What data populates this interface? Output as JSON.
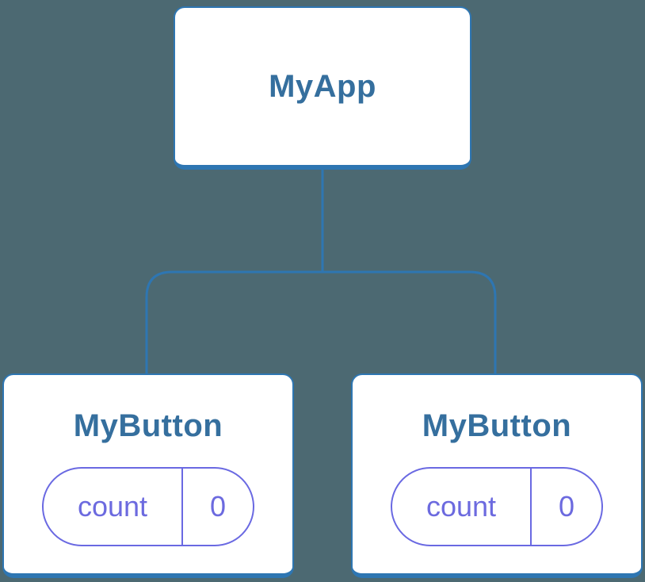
{
  "diagram": {
    "type": "component-tree",
    "colors": {
      "background": "#4C6972",
      "node_fill": "#FFFFFF",
      "node_border": "#2E76B2",
      "connector": "#2E76B2",
      "node_label_text": "#356F9E",
      "state_accent": "#6A69E2",
      "state_text": "#6C6ADF"
    },
    "tree": {
      "root": {
        "label": "MyApp"
      },
      "children": [
        {
          "label": "MyButton",
          "state": {
            "name": "count",
            "value": "0"
          }
        },
        {
          "label": "MyButton",
          "state": {
            "name": "count",
            "value": "0"
          }
        }
      ]
    }
  }
}
